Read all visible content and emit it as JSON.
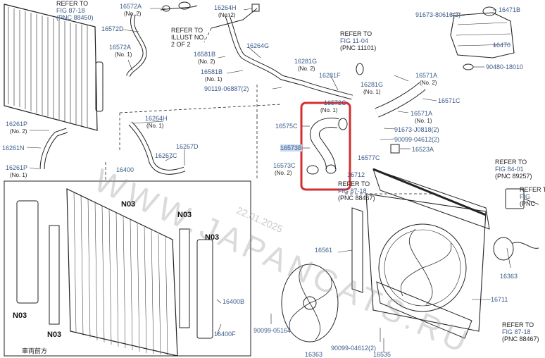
{
  "labels": {
    "p16572a_top": "16572A",
    "p16572a_top_no": "(No. 2)",
    "p16572d": "16572D",
    "p16572a": "16572A",
    "p16572a_no": "(No. 1)",
    "ref_illust_1": "REFER TO",
    "ref_illust_2": "ILLUST NO.",
    "ref_illust_3": "2 OF 2",
    "p16264h_top": "16264H",
    "p16264h_top_no": "(No. 2)",
    "p16264g": "16264G",
    "p16581b_1": "16581B",
    "p16581b_1_no": "(No. 2)",
    "p16581b_2": "16581B",
    "p16581b_2_no": "(No. 1)",
    "p90119": "90119-06887(2)",
    "p16281g_1": "16281G",
    "p16281g_1_no": "(No. 2)",
    "p16281f": "16281F",
    "p16281g_2": "16281G",
    "p16281g_2_no": "(No. 1)",
    "ref_fig1104_1": "REFER TO",
    "ref_fig1104_2": "FIG 11-04",
    "ref_fig1104_3": "(PNC 11101)",
    "ref_top_left_1": "REFER TO",
    "ref_top_left_2": "FIG 87-18",
    "ref_top_left_3": "(PNC 88450)",
    "p91673_top": "91673-80616(2)",
    "p16471b": "16471B",
    "p16470": "16470",
    "p90480": "90480-18010",
    "p16571a_1": "16571A",
    "p16571a_1_no": "(No. 2)",
    "p16571c": "16571C",
    "p16571a_2": "16571A",
    "p16571a_2_no": "(No. 1)",
    "p91673_mid": "91673-J0818(2)",
    "p90099_mid": "90099-04612(2)",
    "p16523a": "16523A",
    "p16572c": "16572C",
    "p16572c_no": "(No. 1)",
    "p16575c": "16575C",
    "p16573b": "16573B",
    "p16573c": "16573C",
    "p16573c_no": "(No. 2)",
    "p16577c": "16577C",
    "p16712": "16712",
    "ref_fig8718_mid_1": "REFER TO",
    "ref_fig8718_mid_2": "FIG 87-18",
    "ref_fig8718_mid_3": "(PNC 88467)",
    "ref_fig8401_1": "REFER TO",
    "ref_fig8401_2": "FIG 84-01",
    "ref_fig8401_3": "(PNC 89257)",
    "ref_fig_right_1": "REFER T",
    "ref_fig_right_2": "FIG",
    "ref_fig_right_3": "(PNC",
    "p16261p_1": "16261P",
    "p16261p_1_no": "(No. 2)",
    "p16261n": "16261N",
    "p16261p_2": "16261P",
    "p16261p_2_no": "(No. 1)",
    "p16264h_mid": "16264H",
    "p16264h_mid_no": "(No. 1)",
    "p16267d": "16267D",
    "p16267c": "16267C",
    "p16400": "16400",
    "no3_a": "N03",
    "no3_b": "N03",
    "no3_c": "N03",
    "no3_d": "N03",
    "no3_e": "N03",
    "p16400b": "16400B",
    "p16400f": "16400F",
    "p16561": "16561",
    "p16363": "16363",
    "p16711": "16711",
    "p90099_bl": "90099-05164",
    "p90099_bm": "90099-04612(2)",
    "p16363_bottom": "16363",
    "p16535": "16535",
    "ref_bottom_1": "REFER TO",
    "ref_bottom_2": "FIG 87-18",
    "ref_bottom_3": "(PNC 88467)",
    "front_note": "車両前方"
  },
  "watermark": "WWW.JAPANCATS.RU",
  "date_stamp": "22.01.2025",
  "colors": {
    "highlight_box": "#d32f2f",
    "part_number": "#3b5b8a",
    "line": "#222222"
  }
}
